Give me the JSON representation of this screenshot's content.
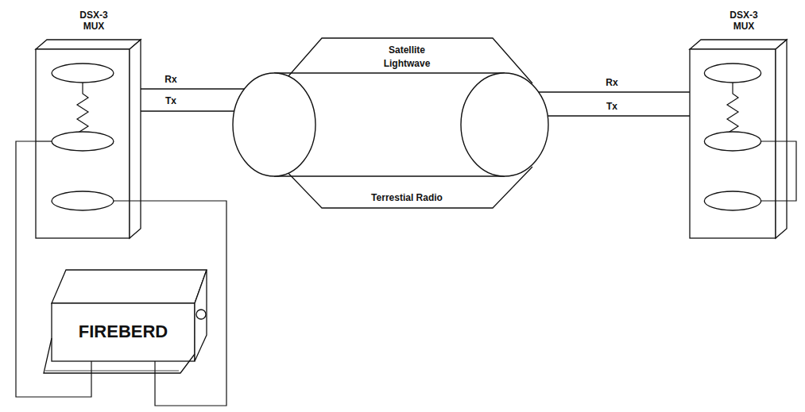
{
  "diagram": {
    "nodes": [
      {
        "text": [
          "DSX-3 MUX"
        ]
      },
      {
        "text": [
          "DSX-3 MUX"
        ]
      },
      {
        "text": [
          "FIREBERD"
        ]
      }
    ],
    "edges": [
      {
        "from": 0,
        "to": 2,
        "arrow": "none"
      },
      {
        "from": 0,
        "to": 2,
        "arrow": "none"
      }
    ],
    "labels": [
      "Satellite",
      "Lightwave",
      "Terrestial Radio",
      "Rx",
      "Tx",
      "Rx",
      "Tx"
    ]
  }
}
